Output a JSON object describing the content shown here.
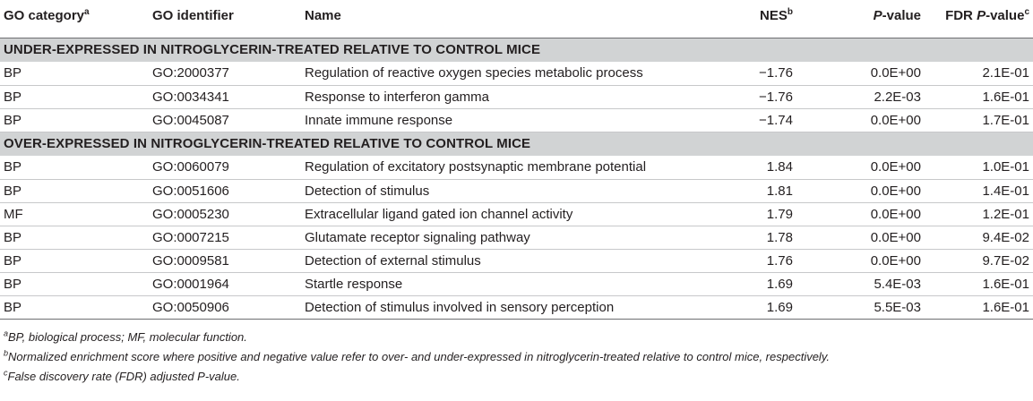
{
  "headers": {
    "category": "GO category",
    "category_sup": "a",
    "identifier": "GO identifier",
    "name": "Name",
    "nes": "NES",
    "nes_sup": "b",
    "pvalue_p": "P",
    "pvalue_rest": "-value",
    "fdr_prefix": "FDR ",
    "fdr_p": "P",
    "fdr_rest": "-value",
    "fdr_sup": "c"
  },
  "sections": [
    {
      "title": "UNDER-EXPRESSED IN NITROGLYCERIN-TREATED RELATIVE TO CONTROL MICE",
      "rows": [
        {
          "cat": "BP",
          "id": "GO:2000377",
          "name": "Regulation of reactive oxygen species metabolic process",
          "nes": "−1.76",
          "p": "0.0E+00",
          "fdr": "2.1E-01"
        },
        {
          "cat": "BP",
          "id": "GO:0034341",
          "name": "Response to interferon gamma",
          "nes": "−1.76",
          "p": "2.2E-03",
          "fdr": "1.6E-01"
        },
        {
          "cat": "BP",
          "id": "GO:0045087",
          "name": "Innate immune response",
          "nes": "−1.74",
          "p": "0.0E+00",
          "fdr": "1.7E-01"
        }
      ]
    },
    {
      "title": "OVER-EXPRESSED IN NITROGLYCERIN-TREATED RELATIVE TO CONTROL MICE",
      "rows": [
        {
          "cat": "BP",
          "id": "GO:0060079",
          "name": "Regulation of excitatory postsynaptic membrane potential",
          "nes": "1.84",
          "p": "0.0E+00",
          "fdr": "1.0E-01"
        },
        {
          "cat": "BP",
          "id": "GO:0051606",
          "name": "Detection of stimulus",
          "nes": "1.81",
          "p": "0.0E+00",
          "fdr": "1.4E-01"
        },
        {
          "cat": "MF",
          "id": "GO:0005230",
          "name": "Extracellular ligand gated ion channel activity",
          "nes": "1.79",
          "p": "0.0E+00",
          "fdr": "1.2E-01"
        },
        {
          "cat": "BP",
          "id": "GO:0007215",
          "name": "Glutamate receptor signaling pathway",
          "nes": "1.78",
          "p": "0.0E+00",
          "fdr": "9.4E-02"
        },
        {
          "cat": "BP",
          "id": "GO:0009581",
          "name": "Detection of external stimulus",
          "nes": "1.76",
          "p": "0.0E+00",
          "fdr": "9.7E-02"
        },
        {
          "cat": "BP",
          "id": "GO:0001964",
          "name": "Startle response",
          "nes": "1.69",
          "p": "5.4E-03",
          "fdr": "1.6E-01"
        },
        {
          "cat": "BP",
          "id": "GO:0050906",
          "name": "Detection of stimulus involved in sensory perception",
          "nes": "1.69",
          "p": "5.5E-03",
          "fdr": "1.6E-01"
        }
      ]
    }
  ],
  "footnotes": [
    {
      "mark": "a",
      "text": "BP, biological process; MF, molecular function."
    },
    {
      "mark": "b",
      "text": "Normalized enrichment score where positive and negative value refer to over- and under-expressed in nitroglycerin-treated relative to control mice, respectively."
    },
    {
      "mark": "c",
      "text": "False discovery rate (FDR) adjusted P-value."
    }
  ]
}
